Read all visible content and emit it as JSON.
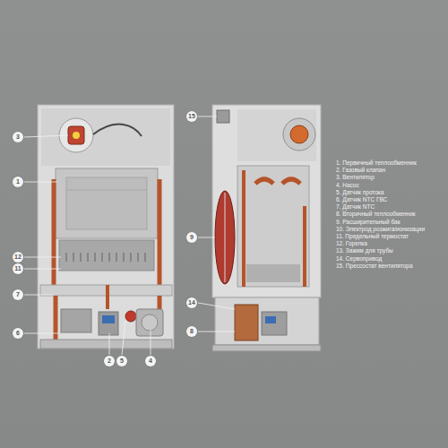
{
  "diagram": {
    "labels": [
      "3",
      "1",
      "12",
      "11",
      "7",
      "6",
      "2",
      "5",
      "4",
      "15",
      "9",
      "14",
      "8",
      "1. Первичный теплообменник",
      "2. Газовый клапан",
      "3. Вентилятор",
      "4. Насос",
      "5. Датчик протока",
      "6. Датчик NTC ГВС",
      "7. Датчик NTC",
      "8. Вторичный теплообменник",
      "9. Расширительный бак",
      "10. Электрод розжига/ионизации",
      "11. Предельный термостат",
      "12. Горелка",
      "13. Зажим для трубы",
      "14. Сервопривод",
      "15. Прессостат вентилятора"
    ]
  }
}
